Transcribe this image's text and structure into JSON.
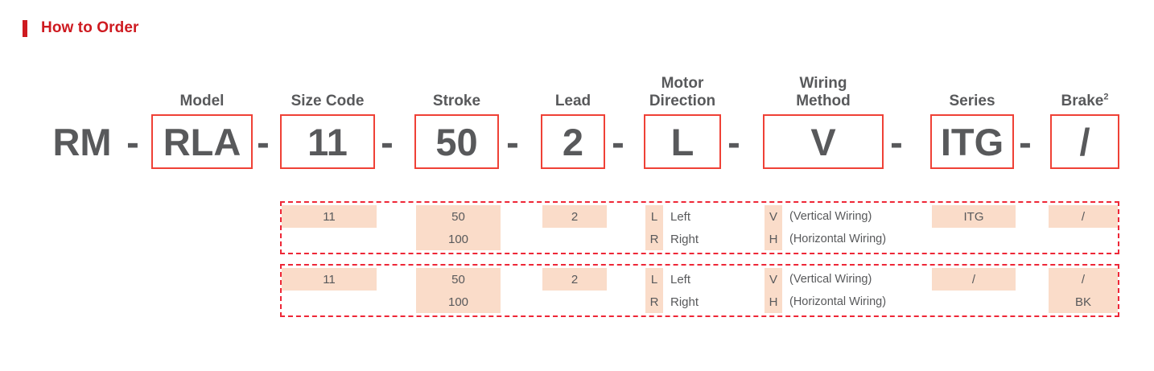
{
  "title": "How to Order",
  "accent_color": "#ce1a20",
  "box_border_color": "#ef4136",
  "fill_color": "#fadcc9",
  "dash_color": "#ee2737",
  "text_color": "#58595b",
  "code_string": {
    "prefix": "RM",
    "separator": "-",
    "segments": [
      "RLA",
      "11",
      "50",
      "2",
      "L",
      "V",
      "ITG",
      "/"
    ]
  },
  "columns": [
    {
      "key": "model",
      "header_line1": "Model",
      "header_line2": "",
      "code": "RLA"
    },
    {
      "key": "size_code",
      "header_line1": "Size Code",
      "header_line2": "",
      "code": "11"
    },
    {
      "key": "stroke",
      "header_line1": "Stroke",
      "header_line2": "",
      "code": "50"
    },
    {
      "key": "lead",
      "header_line1": "Lead",
      "header_line2": "",
      "code": "2"
    },
    {
      "key": "motor_direction",
      "header_line1": "Motor",
      "header_line2": "Direction",
      "code": "L"
    },
    {
      "key": "wiring_method",
      "header_line1": "Wiring",
      "header_line2": "Method",
      "code": "V"
    },
    {
      "key": "series",
      "header_line1": "Series",
      "header_line2": "",
      "code": "ITG"
    },
    {
      "key": "brake",
      "header_line1": "Brake",
      "header_line2": "",
      "code": "/",
      "superscript": "2"
    }
  ],
  "option_tables": [
    {
      "id": "table-1",
      "size_code": [
        "11",
        ""
      ],
      "stroke": [
        "50",
        "100"
      ],
      "lead": [
        "2",
        ""
      ],
      "motor_dir_code": [
        "L",
        "R"
      ],
      "motor_dir_desc": [
        "Left",
        "Right"
      ],
      "wiring_code": [
        "V",
        "H"
      ],
      "wiring_desc": [
        "(Vertical Wiring)",
        "(Horizontal Wiring)"
      ],
      "series": [
        "ITG",
        ""
      ],
      "brake": [
        "/",
        ""
      ]
    },
    {
      "id": "table-2",
      "size_code": [
        "11",
        ""
      ],
      "stroke": [
        "50",
        "100"
      ],
      "lead": [
        "2",
        ""
      ],
      "motor_dir_code": [
        "L",
        "R"
      ],
      "motor_dir_desc": [
        "Left",
        "Right"
      ],
      "wiring_code": [
        "V",
        "H"
      ],
      "wiring_desc": [
        "(Vertical Wiring)",
        "(Horizontal Wiring)"
      ],
      "series": [
        "/",
        ""
      ],
      "brake": [
        "/",
        "BK"
      ]
    }
  ]
}
